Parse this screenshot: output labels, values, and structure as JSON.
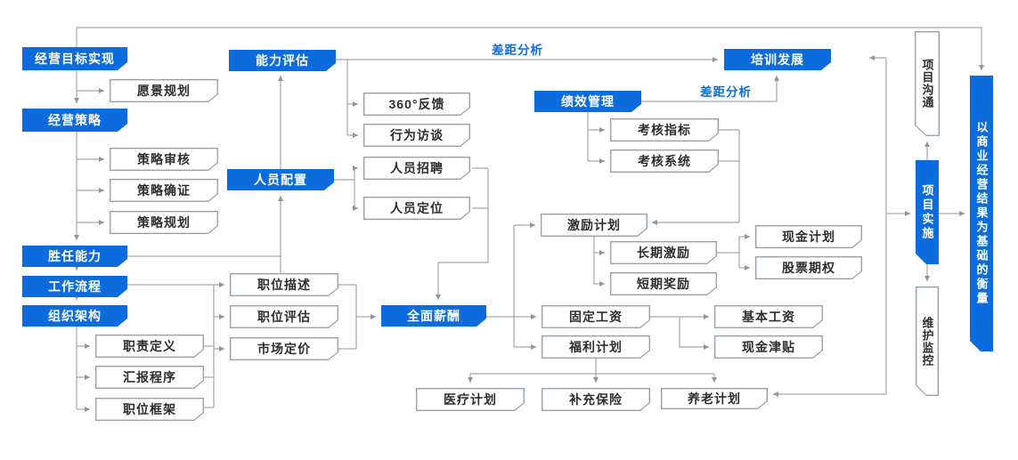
{
  "colors": {
    "accent": "#0c6cdd",
    "line": "#a2a7ad",
    "box_border": "#98a0a8",
    "box_text": "#2e2e2e"
  },
  "edge_labels": {
    "gap_top": "差距分析",
    "gap_mid": "差距分析"
  },
  "nodes": [
    {
      "id": "goal-realization",
      "label": "经营目标实现",
      "kind": "blue"
    },
    {
      "id": "vision-planning",
      "label": "愿景规划",
      "kind": "white"
    },
    {
      "id": "business-strategy",
      "label": "经营策略",
      "kind": "blue"
    },
    {
      "id": "strategy-review",
      "label": "策略审核",
      "kind": "white"
    },
    {
      "id": "strategy-confirm",
      "label": "策略确证",
      "kind": "white"
    },
    {
      "id": "strategy-planning",
      "label": "策略规划",
      "kind": "white"
    },
    {
      "id": "competency",
      "label": "胜任能力",
      "kind": "blue"
    },
    {
      "id": "workflow",
      "label": "工作流程",
      "kind": "blue"
    },
    {
      "id": "org-structure",
      "label": "组织架构",
      "kind": "blue"
    },
    {
      "id": "duty-definition",
      "label": "职责定义",
      "kind": "white"
    },
    {
      "id": "reporting-procedure",
      "label": "汇报程序",
      "kind": "white"
    },
    {
      "id": "position-framework",
      "label": "职位框架",
      "kind": "white"
    },
    {
      "id": "capability-assessment",
      "label": "能力评估",
      "kind": "blue"
    },
    {
      "id": "staffing",
      "label": "人员配置",
      "kind": "blue"
    },
    {
      "id": "feedback-360",
      "label": "360°反馈",
      "kind": "white"
    },
    {
      "id": "behavior-interview",
      "label": "行为访谈",
      "kind": "white"
    },
    {
      "id": "recruitment",
      "label": "人员招聘",
      "kind": "white"
    },
    {
      "id": "personnel-positioning",
      "label": "人员定位",
      "kind": "white"
    },
    {
      "id": "job-description",
      "label": "职位描述",
      "kind": "white"
    },
    {
      "id": "job-evaluation",
      "label": "职位评估",
      "kind": "white"
    },
    {
      "id": "market-pricing",
      "label": "市场定价",
      "kind": "white"
    },
    {
      "id": "total-compensation",
      "label": "全面薪酬",
      "kind": "blue"
    },
    {
      "id": "performance-management",
      "label": "绩效管理",
      "kind": "blue"
    },
    {
      "id": "assessment-indicators",
      "label": "考核指标",
      "kind": "white"
    },
    {
      "id": "assessment-system",
      "label": "考核系统",
      "kind": "white"
    },
    {
      "id": "training-development",
      "label": "培训发展",
      "kind": "blue"
    },
    {
      "id": "incentive-plan",
      "label": "激励计划",
      "kind": "white"
    },
    {
      "id": "long-term-incentive",
      "label": "长期激励",
      "kind": "white"
    },
    {
      "id": "short-term-reward",
      "label": "短期奖励",
      "kind": "white"
    },
    {
      "id": "cash-plan",
      "label": "现金计划",
      "kind": "white"
    },
    {
      "id": "stock-options",
      "label": "股票期权",
      "kind": "white"
    },
    {
      "id": "fixed-salary",
      "label": "固定工资",
      "kind": "white"
    },
    {
      "id": "benefit-plan",
      "label": "福利计划",
      "kind": "white"
    },
    {
      "id": "base-salary",
      "label": "基本工资",
      "kind": "white"
    },
    {
      "id": "cash-allowance",
      "label": "现金津贴",
      "kind": "white"
    },
    {
      "id": "medical-plan",
      "label": "医疗计划",
      "kind": "white"
    },
    {
      "id": "supplementary-insurance",
      "label": "补充保险",
      "kind": "white"
    },
    {
      "id": "pension-plan",
      "label": "养老计划",
      "kind": "white"
    },
    {
      "id": "project-communication",
      "label": "项目沟通",
      "kind": "white-v"
    },
    {
      "id": "project-implementation",
      "label": "项目实施",
      "kind": "blue-v"
    },
    {
      "id": "maintenance-monitoring",
      "label": "维护监控",
      "kind": "white-v"
    },
    {
      "id": "business-result-measure",
      "label": "以商业经营结果为基础的衡量",
      "kind": "blue-v"
    }
  ]
}
